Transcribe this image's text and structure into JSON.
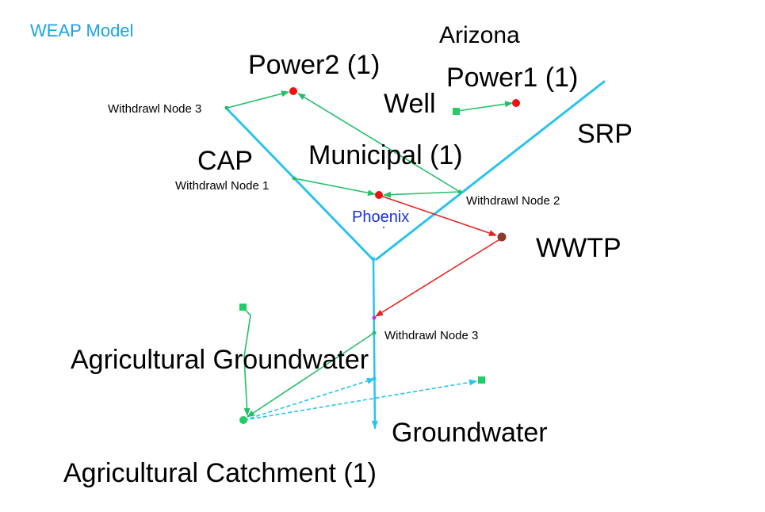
{
  "header": {
    "title": "WEAP Model",
    "region": "Arizona"
  },
  "colors": {
    "title": "#1aa3e8",
    "river": "#29c3ee",
    "transmission": "#22c06a",
    "return_flow": "#e52222",
    "runoff": "#29c3ee",
    "demand_site": "#ee1111",
    "groundwater_node": "#22cc66",
    "wwtp_node": "#8b3a2e",
    "city_label": "#1a33cc",
    "junction": "#bb33ee"
  },
  "rivers": {
    "srp": "SRP",
    "cap": "CAP"
  },
  "nodes": {
    "power2": "Power2 (1)",
    "power1": "Power1 (1)",
    "well": "Well",
    "municipal": "Municipal (1)",
    "wwtp": "WWTP",
    "ag_groundwater": "Agricultural Groundwater",
    "ag_catchment": "Agricultural Catchment (1)",
    "groundwater": "Groundwater",
    "city": "Phoenix"
  },
  "withdrawal_nodes": {
    "cap_upper": "Withdrawl Node 3",
    "cap_lower": "Withdrawl Node 1",
    "srp": "Withdrawl Node 2",
    "main": "Withdrawl Node 3"
  }
}
